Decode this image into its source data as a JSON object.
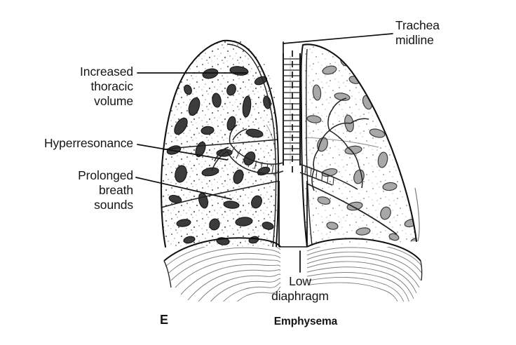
{
  "figure": {
    "title": "Emphysema",
    "panel_letter": "E",
    "subject": "anterior thoracic illustration of hyperinflated emphysematous lungs",
    "background_color": "#ffffff",
    "ink_color": "#1a1a1a",
    "bullae_fill_left": "#4a4a4a",
    "bullae_fill_right": "#9a9a9a"
  },
  "labels": {
    "increased_thoracic_volume": "Increased\nthoracic\nvolume",
    "hyperresonance": "Hyperresonance",
    "prolonged_breath_sounds": "Prolonged\nbreath\nsounds",
    "trachea_midline": "Trachea\nmidline",
    "low_diaphragm": "Low\ndiaphragm",
    "emphysema": "Emphysema",
    "panel_letter": "E"
  },
  "annotations": [
    {
      "name": "increased-thoracic-volume",
      "text": "Increased thoracic volume",
      "leader": "horizontal line from label right edge to left lung apex",
      "points_to": "left lung upper lobe"
    },
    {
      "name": "hyperresonance",
      "text": "Hyperresonance",
      "leader": "line sloping down-right into left lung middle field",
      "points_to": "left lung mid zone"
    },
    {
      "name": "prolonged-breath-sounds",
      "text": "Prolonged breath sounds",
      "leader": "line sloping down-right into left lung lower field",
      "points_to": "left lung lower lobe"
    },
    {
      "name": "trachea-midline",
      "text": "Trachea midline",
      "leader": "line sloping down-left to a bracket over the trachea",
      "points_to": "trachea with vertical dashed midline marker"
    },
    {
      "name": "low-diaphragm",
      "text": "Low diaphragm",
      "leader": "short vertical tick up to the flattened diaphragm",
      "points_to": "flattened low-lying diaphragm"
    }
  ]
}
